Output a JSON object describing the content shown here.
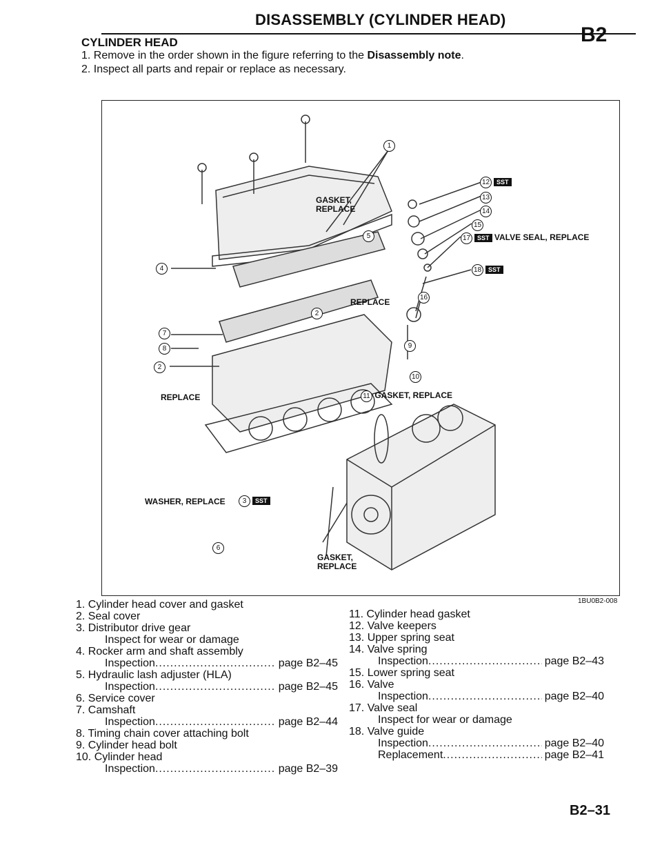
{
  "header": {
    "title": "DISASSEMBLY (CYLINDER HEAD)",
    "section_code": "B2"
  },
  "section": {
    "title": "CYLINDER HEAD"
  },
  "instructions": [
    {
      "text": "1. Remove in the order shown in the figure referring to the ",
      "bold": "Disassembly note",
      "end": "."
    },
    {
      "text": "2. Inspect all parts and repair or replace as necessary.",
      "bold": "",
      "end": ""
    }
  ],
  "figure": {
    "id": "1BU0B2-008",
    "callouts": {
      "c1": "1",
      "gasket_top": "GASKET,",
      "replace_top": "REPLACE",
      "c12": "12",
      "c13": "13",
      "c14": "14",
      "c15": "15",
      "c17": "17",
      "valve_seal": "VALVE SEAL, REPLACE",
      "c5": "5",
      "c18": "18",
      "c4": "4",
      "replace_mid": "REPLACE",
      "c16": "16",
      "c2a": "2",
      "c7": "7",
      "c8": "8",
      "c9": "9",
      "c2b": "2",
      "c10": "10",
      "replace_left": "REPLACE",
      "c11": "11",
      "gasket_11": "GASKET, REPLACE",
      "washer": "WASHER, REPLACE",
      "c3": "3",
      "c6": "6",
      "gasket_bottom": "GASKET,",
      "replace_bottom": "REPLACE",
      "sst": "SST"
    }
  },
  "parts_left": [
    {
      "t": "1. Cylinder head cover and gasket",
      "i": false,
      "p": ""
    },
    {
      "t": "2. Seal cover",
      "i": false,
      "p": ""
    },
    {
      "t": "3. Distributor drive gear",
      "i": false,
      "p": ""
    },
    {
      "t": "Inspect for wear or damage",
      "i": true,
      "p": ""
    },
    {
      "t": "4. Rocker arm and shaft assembly",
      "i": false,
      "p": ""
    },
    {
      "t": "Inspection",
      "i": true,
      "p": "page B2–45"
    },
    {
      "t": "5. Hydraulic lash adjuster (HLA)",
      "i": false,
      "p": ""
    },
    {
      "t": "Inspection",
      "i": true,
      "p": "page B2–45"
    },
    {
      "t": "6. Service cover",
      "i": false,
      "p": ""
    },
    {
      "t": "7. Camshaft",
      "i": false,
      "p": ""
    },
    {
      "t": "Inspection",
      "i": true,
      "p": "page B2–44"
    },
    {
      "t": "8. Timing chain cover attaching bolt",
      "i": false,
      "p": ""
    },
    {
      "t": "9. Cylinder head bolt",
      "i": false,
      "p": ""
    },
    {
      "t": "10. Cylinder head",
      "i": false,
      "p": ""
    },
    {
      "t": "Inspection",
      "i": true,
      "p": "page B2–39"
    }
  ],
  "parts_right": [
    {
      "t": "11. Cylinder head gasket",
      "i": false,
      "p": ""
    },
    {
      "t": "12. Valve keepers",
      "i": false,
      "p": ""
    },
    {
      "t": "13. Upper spring seat",
      "i": false,
      "p": ""
    },
    {
      "t": "14. Valve spring",
      "i": false,
      "p": ""
    },
    {
      "t": "Inspection",
      "i": true,
      "p": "page B2–43"
    },
    {
      "t": "15. Lower spring seat",
      "i": false,
      "p": ""
    },
    {
      "t": "16. Valve",
      "i": false,
      "p": ""
    },
    {
      "t": "Inspection",
      "i": true,
      "p": "page B2–40"
    },
    {
      "t": "17. Valve seal",
      "i": false,
      "p": ""
    },
    {
      "t": "Inspect for wear or damage",
      "i": true,
      "p": ""
    },
    {
      "t": "18. Valve guide",
      "i": false,
      "p": ""
    },
    {
      "t": "Inspection",
      "i": true,
      "p": "page B2–40"
    },
    {
      "t": "Replacement",
      "i": true,
      "p": "page B2–41"
    }
  ],
  "footer": {
    "page_number": "B2–31"
  }
}
